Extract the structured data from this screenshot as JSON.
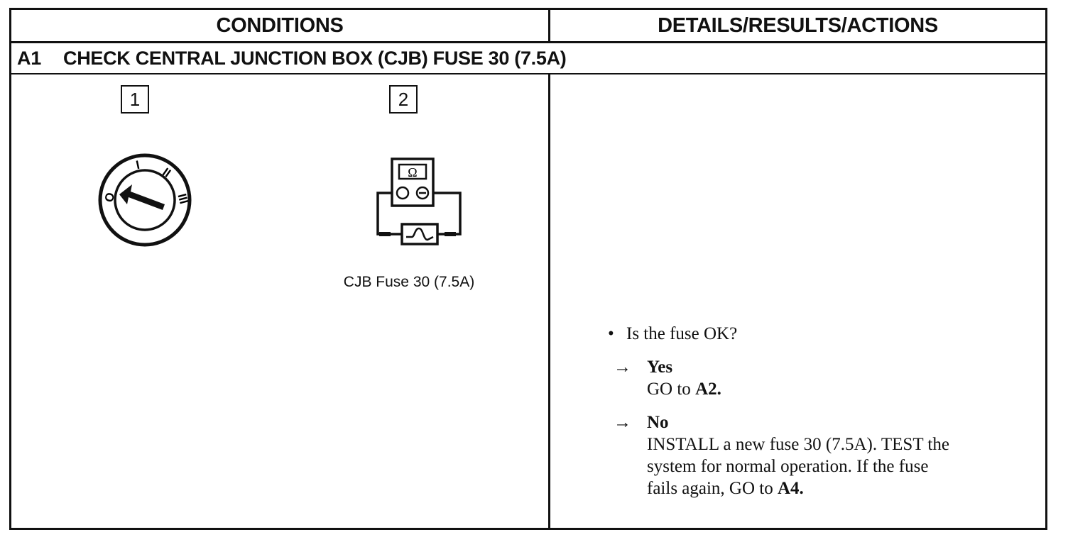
{
  "header": {
    "left": "CONDITIONS",
    "right": "DETAILS/RESULTS/ACTIONS"
  },
  "step": {
    "id": "A1",
    "title": "CHECK CENTRAL JUNCTION BOX (CJB) FUSE 30 (7.5A)"
  },
  "conditions": {
    "step1_number": "1",
    "step2_number": "2",
    "ignition_positions": [
      "O",
      "I",
      "II",
      "III"
    ],
    "meter_symbol": "Ω",
    "fuse_caption": "CJB Fuse 30 (7.5A)"
  },
  "details": {
    "bullet": "•",
    "question": "Is the fuse OK?",
    "arrow": "→",
    "yes": {
      "label": "Yes",
      "text_prefix": "GO to ",
      "target": "A2",
      "text_suffix": "."
    },
    "no": {
      "label": "No",
      "text_line1": "INSTALL a new fuse 30 (7.5A). TEST the",
      "text_line2": "system for normal operation. If the fuse",
      "text_line3_prefix": "fails again, GO to ",
      "target": "A4",
      "text_suffix": "."
    }
  }
}
